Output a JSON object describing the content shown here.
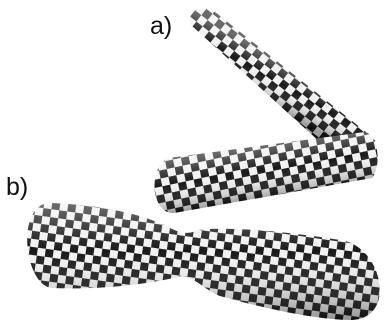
{
  "figure": {
    "panels": [
      {
        "id": "a",
        "label": "a)",
        "shape": "bent-capsule"
      },
      {
        "id": "b",
        "label": "b)",
        "shape": "necked-capsule"
      }
    ],
    "colors": {
      "dark_check": "#1a1a1a",
      "light_check": "#f2f2f2",
      "background": "#ffffff"
    }
  }
}
